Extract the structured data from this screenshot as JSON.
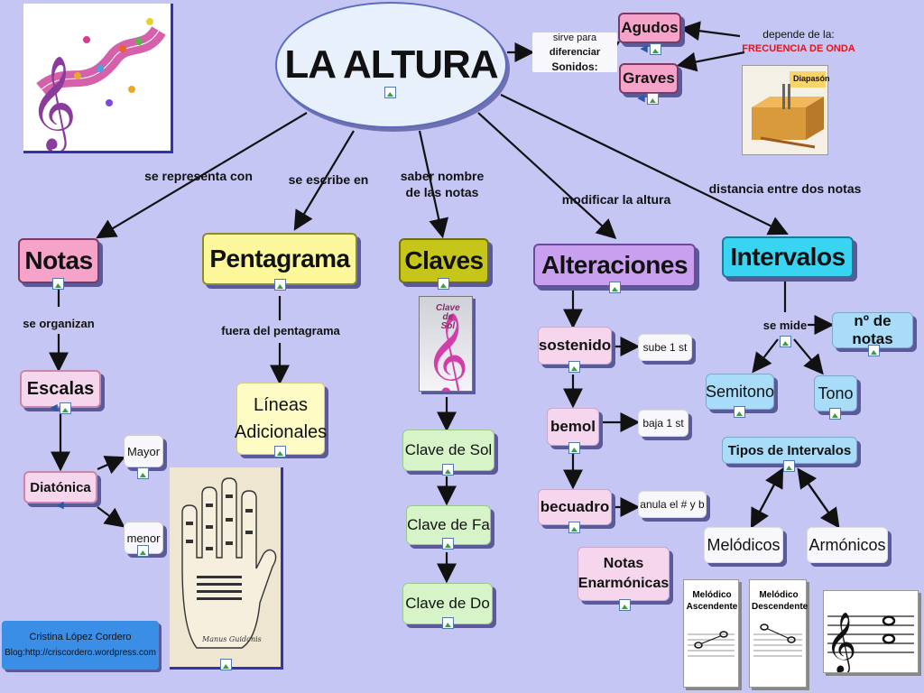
{
  "title": "LA ALTURA",
  "differentiate": {
    "pre": "sirve para",
    "bold": "diferenciar",
    "line2": "Sonidos:"
  },
  "agudos": "Agudos",
  "graves": "Graves",
  "depends": {
    "line1": "depende de la:",
    "line2": "FRECUENCIA DE ONDA"
  },
  "diapason": "Diapasón",
  "links": {
    "represent": "se representa con",
    "write": "se escribe en",
    "names": "saber nombre\nde las notas",
    "modify": "modificar la altura",
    "distance": "distancia entre dos notas",
    "organize": "se organizan",
    "outside": "fuera del pentagrama",
    "measure": "se mide"
  },
  "nodes": {
    "notas": "Notas",
    "pentagrama": "Pentagrama",
    "claves": "Claves",
    "alteraciones": "Alteraciones",
    "intervalos": "Intervalos",
    "escalas": "Escalas",
    "diatonica": "Diatónica",
    "mayor": "Mayor",
    "menor": "menor",
    "lineas": "Líneas\nAdicionales",
    "clave_sol": "Clave de Sol",
    "clave_fa": "Clave de Fa",
    "clave_do": "Clave de Do",
    "clave_logo": "Clave\nde\nSol",
    "sostenido": "sostenido",
    "bemol": "bemol",
    "becuadro": "becuadro",
    "sube": "sube 1 st",
    "baja": "baja 1 st",
    "anula": "anula el # y b",
    "enarmonicas": "Notas\nEnarmónicas",
    "num_notas": "nº de notas",
    "semitono": "Semitono",
    "tono": "Tono",
    "tipos": "Tipos de Intervalos",
    "melodicos": "Melódicos",
    "armonicos": "Armónicos"
  },
  "melodic_cards": [
    {
      "title": "Melódico\nAscendente"
    },
    {
      "title": "Melódico\nDescendente"
    }
  ],
  "credit": {
    "name": "Cristina López Cordero",
    "blog": "Blog:http://criscordero.wordpress.com"
  },
  "hand_caption": "Manus Guidonis",
  "colors": {
    "background": "#c6c6f4",
    "accent_red": "#e0141c",
    "credit_blue": "#3a8ee6"
  }
}
